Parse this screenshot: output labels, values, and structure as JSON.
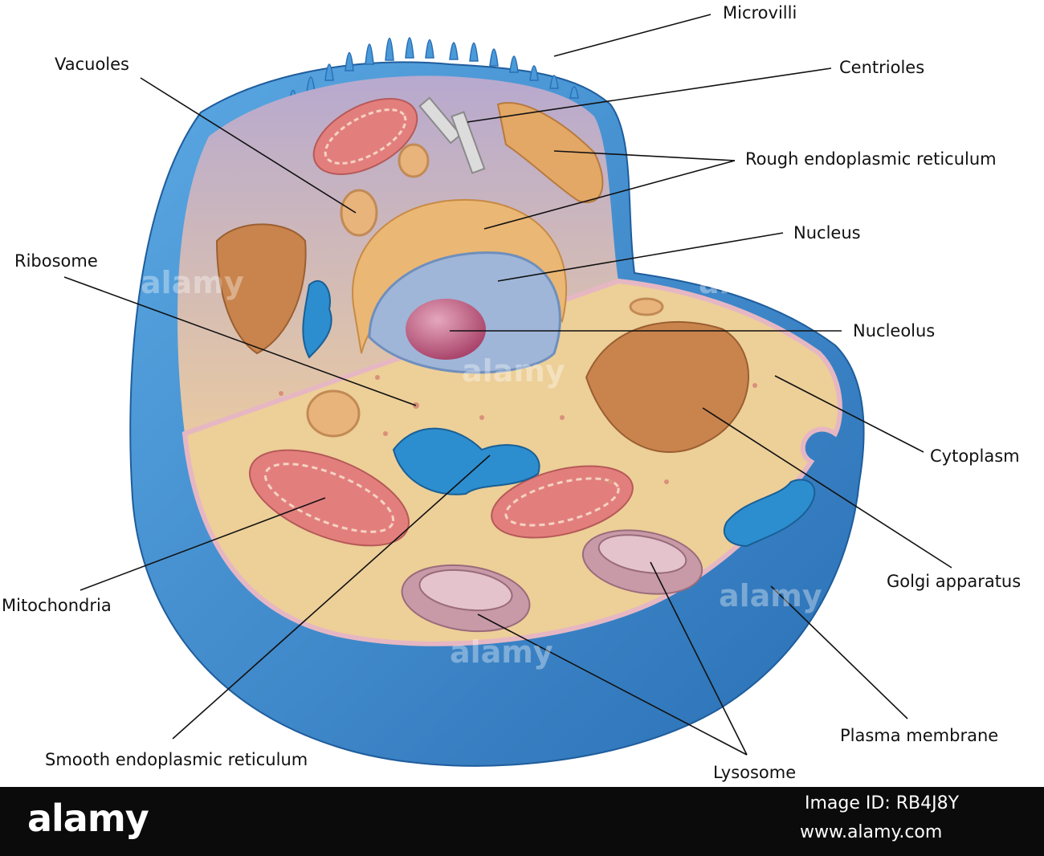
{
  "diagram": {
    "labels": {
      "microvilli": "Microvilli",
      "centrioles": "Centrioles",
      "vacuoles": "Vacuoles",
      "rough_er": "Rough endoplasmic reticulum",
      "nucleus": "Nucleus",
      "ribosome": "Ribosome",
      "nucleolus": "Nucleolus",
      "cytoplasm": "Cytoplasm",
      "golgi": "Golgi apparatus",
      "mitochondria": "Mitochondria",
      "plasma_membrane": "Plasma membrane",
      "smooth_er": "Smooth endoplasmic reticulum",
      "lysosome": "Lysosome"
    },
    "colors": {
      "membrane": "#3e8fd3",
      "membrane_dark": "#2a6fb5",
      "cytoplasm": "#edcf98",
      "cytoplasm_inner": "#cdb6c8",
      "mitochondria": "#e27f7d",
      "golgi": "#c9844d",
      "smooth_er": "#2c8ecf",
      "nucleus": "#9fb6d8",
      "nucleolus": "#b34e72",
      "lysosome": "#c89aa8"
    }
  },
  "watermarks": [
    "alamy",
    "alamy",
    "alamy",
    "alamy",
    "alamy"
  ],
  "footer": {
    "logo": "alamy",
    "image_id": "Image ID: RB4J8Y",
    "site": "www.alamy.com"
  }
}
